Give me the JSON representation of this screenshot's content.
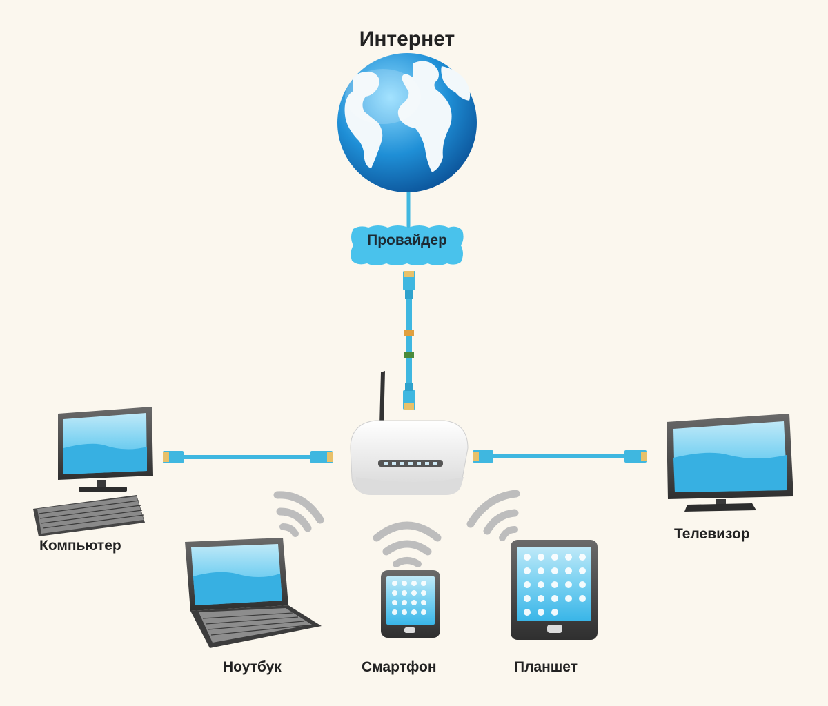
{
  "title": "Интернет",
  "provider": "Провайдер",
  "devices": {
    "computer": "Компьютер",
    "laptop": "Ноутбук",
    "smartphone": "Смартфон",
    "tablet": "Планшет",
    "tv": "Телевизор"
  },
  "colors": {
    "background": "#fbf7ee",
    "cable": "#3fb7e0",
    "globe_ocean": "#1f8fd6",
    "screen": "#6cc8ee",
    "device_body": "#4a4a4a",
    "router": "#f2f2f2"
  }
}
